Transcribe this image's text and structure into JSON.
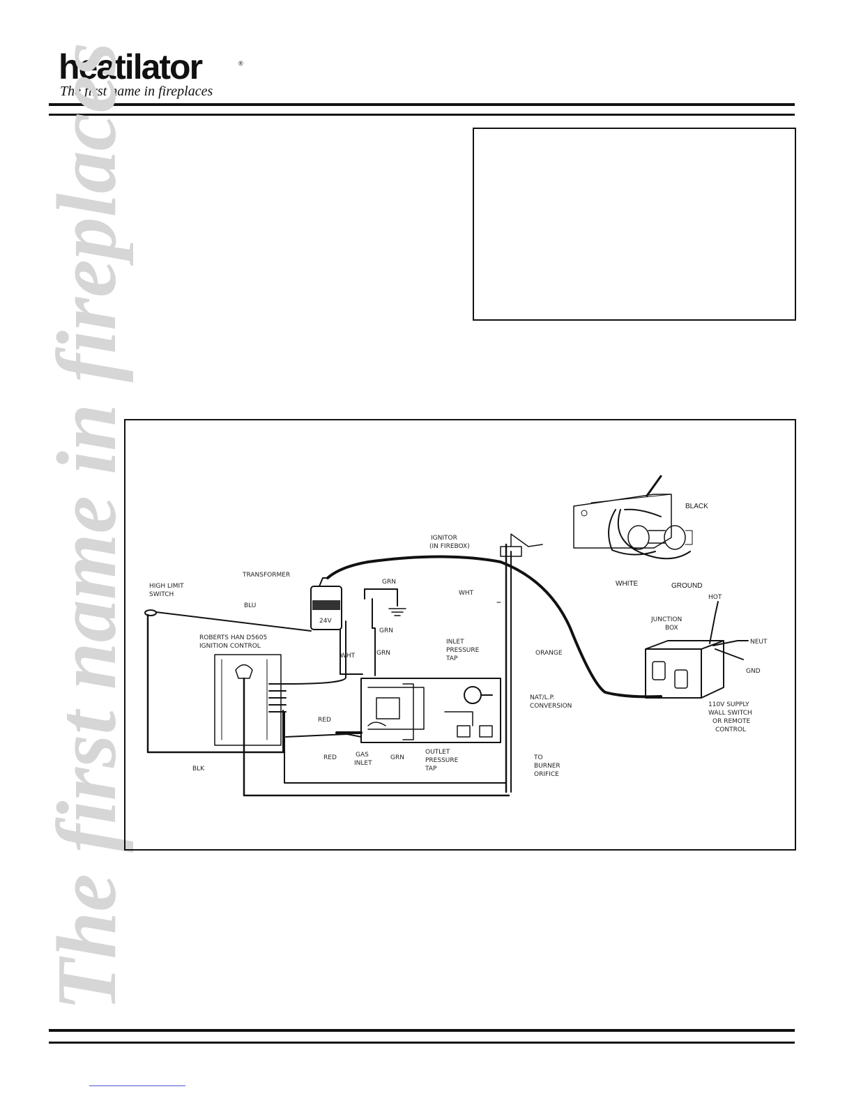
{
  "brand": {
    "name": "heatilator",
    "registered": "®",
    "tagline": "The first name in fireplaces"
  },
  "sidebar": {
    "watermark": "The first name in fireplaces"
  },
  "diagram": {
    "labels": {
      "high_limit_switch_1": "HIGH LIMIT",
      "high_limit_switch_2": "SWITCH",
      "blu": "BLU",
      "transformer": "TRANSFORMER",
      "twentyfour_v": "24V",
      "grn_1": "GRN",
      "grn_2": "GRN",
      "grn_3": "GRN",
      "igniter_1": "IGNITOR",
      "igniter_2": "(IN FIREBOX)",
      "wht_1": "WHT",
      "wht_2": "WHT",
      "orange": "ORANGE",
      "roberts_1": "ROBERTS HAN D5605",
      "roberts_2": "IGNITION CONTROL",
      "inlet_pressure_1": "INLET",
      "inlet_pressure_2": "PRESSURE",
      "inlet_pressure_3": "TAP",
      "nat_lp_1": "NAT/L.P.",
      "nat_lp_2": "CONVERSION",
      "red_1": "RED",
      "red_2": "RED",
      "gas_inlet_1": "GAS",
      "gas_inlet_2": "INLET",
      "grn_4": "GRN",
      "outlet_pressure_1": "OUTLET",
      "outlet_pressure_2": "PRESSURE",
      "outlet_pressure_3": "TAP",
      "to_burner_1": "TO",
      "to_burner_2": "BURNER",
      "to_burner_3": "ORIFICE",
      "blk": "BLK",
      "black": "BLACK",
      "white": "WHITE",
      "ground": "GROUND",
      "hot": "HOT",
      "neut": "NEUT",
      "gnd": "GND",
      "junction_1": "JUNCTION",
      "junction_2": "BOX",
      "supply_1": "110V SUPPLY",
      "supply_2": "WALL SWITCH",
      "supply_3": "OR REMOTE",
      "supply_4": "CONTROL"
    }
  }
}
